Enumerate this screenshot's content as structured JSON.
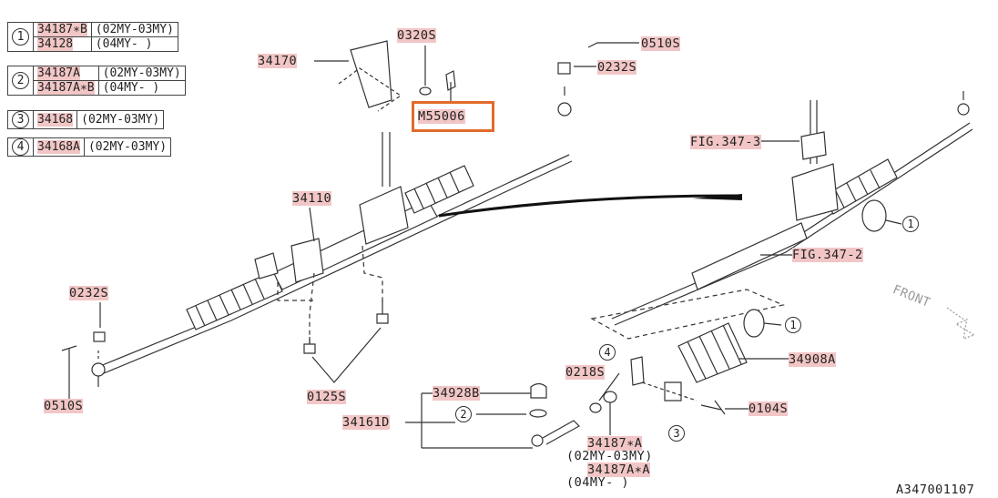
{
  "legend": [
    {
      "num": "1",
      "rows": [
        {
          "part": "34187∗B",
          "range": "(02MY-03MY)"
        },
        {
          "part": "34128",
          "range": "(04MY-    )"
        }
      ]
    },
    {
      "num": "2",
      "rows": [
        {
          "part": "34187A",
          "range": "(02MY-03MY)"
        },
        {
          "part": "34187A∗B",
          "range": "(04MY-     )"
        }
      ]
    },
    {
      "num": "3",
      "rows": [
        {
          "part": "34168",
          "range": "(02MY-03MY)"
        }
      ]
    },
    {
      "num": "4",
      "rows": [
        {
          "part": "34168A",
          "range": "(02MY-03MY)"
        }
      ]
    }
  ],
  "labels": {
    "p0320s": "0320S",
    "p34170": "34170",
    "p0510s_top": "0510S",
    "p0232s_top": "0232S",
    "m55006": "M55006",
    "fig3473": "FIG.347-3",
    "p34110": "34110",
    "fig3472": "FIG.347-2",
    "p0232s_left": "0232S",
    "front": "FRONT",
    "p34908a": "34908A",
    "p0510s_left": "0510S",
    "p0125s": "0125S",
    "p0218s": "0218S",
    "p34928b": "34928B",
    "p34161d": "34161D",
    "p0104s": "0104S",
    "p34187a_a": "34187∗A",
    "p34187a_a_range": "(02MY-03MY)",
    "p34187aa_a": "34187A∗A",
    "p34187aa_a_range": "(04MY-    )",
    "diagram_id": "A347001107"
  },
  "callouts": {
    "c1a": "1",
    "c1b": "1",
    "c2": "2",
    "c3": "3",
    "c4": "4"
  },
  "colors": {
    "highlight": "#e26b2a",
    "label_tag": "#f2c6c6",
    "line": "#333333"
  }
}
